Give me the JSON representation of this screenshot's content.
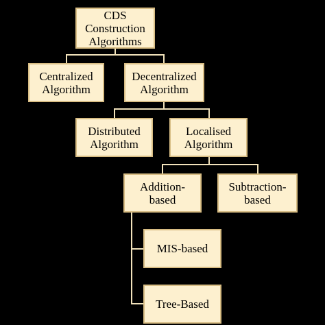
{
  "nodes": {
    "root": "CDS\nConstruction\nAlgorithms",
    "centralized": "Centralized\nAlgorithm",
    "decentralized": "Decentralized\nAlgorithm",
    "distributed": "Distributed\nAlgorithm",
    "localised": "Localised\nAlgorithm",
    "addition": "Addition-\nbased",
    "subtraction": "Subtraction-\nbased",
    "mis": "MIS-based",
    "tree": "Tree-Based"
  },
  "colors": {
    "background": "#000000",
    "box_fill": "#fdf0cf",
    "box_border": "#d8bd84",
    "connector": "#f1e2bb"
  }
}
